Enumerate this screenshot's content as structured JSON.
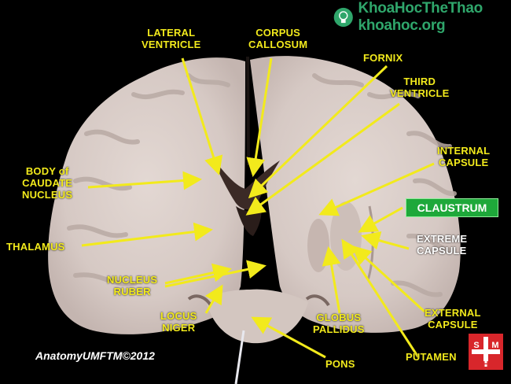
{
  "watermark": {
    "text": "KhoaHocTheThao khoahoc.org",
    "icon": "lightbulb-icon",
    "color": "#2fa66b"
  },
  "labels": {
    "lateral_ventricle": [
      "LATERAL",
      "VENTRICLE"
    ],
    "corpus_callosum": [
      "CORPUS",
      "CALLOSUM"
    ],
    "fornix": [
      "FORNIX"
    ],
    "third_ventricle": [
      "THIRD",
      "VENTRICLE"
    ],
    "internal_capsule": [
      "INTERNAL",
      "CAPSULE"
    ],
    "body_caudate": [
      "BODY of",
      "CAUDATE",
      "NUCLEUS"
    ],
    "claustrum": "CLAUSTRUM",
    "thalamus": [
      "THALAMUS"
    ],
    "extreme_capsule": [
      "EXTREME",
      "CAPSULE"
    ],
    "nucleus_ruber": [
      "NUCLEUS",
      "RUBER"
    ],
    "locus_niger": [
      "LOCUS",
      "NIGER"
    ],
    "globus_pallidus": [
      "GLOBUS",
      "PALLIDUS"
    ],
    "external_capsule": [
      "EXTERNAL",
      "CAPSULE"
    ],
    "putamen": [
      "PUTAMEN"
    ],
    "pons": [
      "PONS"
    ]
  },
  "credit": "AnatomyUMFTM©2012",
  "logo": {
    "letters": [
      "S",
      "M",
      "H"
    ],
    "color": "#d8262b"
  },
  "colors": {
    "label": "#f2ea1c",
    "tissue": "#d9cdc8",
    "claustrum_box": "#1ea83a"
  }
}
